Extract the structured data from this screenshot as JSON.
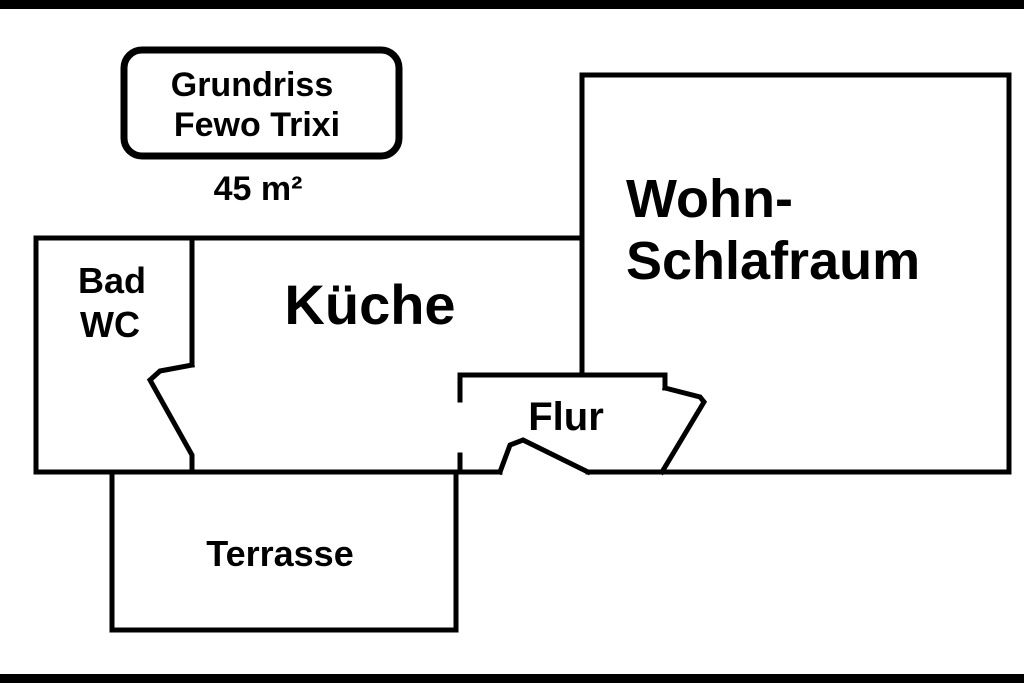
{
  "title_box": {
    "line1": "Grundriss",
    "line2": "Fewo Trixi"
  },
  "area": "45 m²",
  "rooms": {
    "bad_line1": "Bad",
    "bad_line2": "WC",
    "kueche": "Küche",
    "wohn_line1": "Wohn-",
    "wohn_line2": "Schlafraum",
    "flur": "Flur",
    "terrasse": "Terrasse"
  },
  "colors": {
    "line": "#000000",
    "background": "#ffffff"
  }
}
